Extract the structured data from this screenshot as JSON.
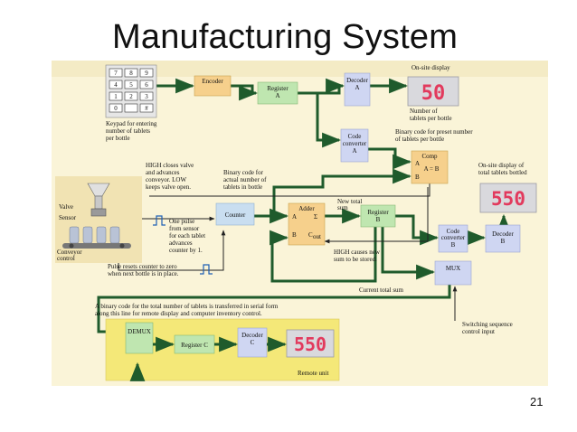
{
  "slide": {
    "title": "Manufacturing System",
    "page_number": "21"
  },
  "keypad": {
    "keys": [
      "7",
      "8",
      "9",
      "4",
      "5",
      "6",
      "1",
      "2",
      "3",
      "0",
      "",
      "#"
    ]
  },
  "blocks": {
    "encoder": "Encoder",
    "register_a_1": "Register",
    "register_a_2": "A",
    "decoder_a_1": "Decoder",
    "decoder_a_2": "A",
    "code_converter_a_1": "Code",
    "code_converter_a_2": "converter",
    "code_converter_a_3": "A",
    "comp": "Comp",
    "comp_a": "A",
    "comp_eq": "A = B",
    "comp_b": "B",
    "counter": "Counter",
    "adder": "Adder",
    "adder_a": "A",
    "adder_sigma": "Σ",
    "adder_b": "B",
    "adder_cout": "C",
    "adder_cout_sub": "out",
    "register_b_1": "Register",
    "register_b_2": "B",
    "code_converter_b_1": "Code",
    "code_converter_b_2": "converter",
    "code_converter_b_3": "B",
    "decoder_b_1": "Decoder",
    "decoder_b_2": "B",
    "mux": "MUX",
    "demux": "DEMUX",
    "register_c": "Register C",
    "decoder_c_1": "Decoder",
    "decoder_c_2": "C"
  },
  "displays": {
    "onsite_top": "50",
    "onsite_right": "550",
    "remote": "550"
  },
  "labels": {
    "onsite_display": "On-site display",
    "tablets_per_bottle_1": "Number of",
    "tablets_per_bottle_2": "tablets per bottle",
    "keypad_1": "Keypad for entering",
    "keypad_2": "number of tablets",
    "keypad_3": "per bottle",
    "binary_preset_1": "Binary code for preset number",
    "binary_preset_2": "of tablets per bottle",
    "high_closes_1": "HIGH closes valve",
    "high_closes_2": "and advances",
    "high_closes_3": "conveyor. LOW",
    "high_closes_4": "keeps valve open.",
    "binary_actual_1": "Binary code for",
    "binary_actual_2": "actual number of",
    "binary_actual_3": "tablets in bottle",
    "onsite_total_1": "On-site display of",
    "onsite_total_2": "total tablets bottled",
    "new_total_1": "New total",
    "new_total_2": "sum",
    "valve": "Valve",
    "sensor": "Sensor",
    "conveyor_1": "Conveyor",
    "conveyor_2": "control",
    "pulse_1": "One pulse",
    "pulse_2": "from sensor",
    "pulse_3": "for each tablet",
    "pulse_4": "advances",
    "pulse_5": "counter by 1.",
    "high_causes_1": "HIGH causes new",
    "high_causes_2": "sum to be stored.",
    "resets_1": "Pulse resets counter to zero",
    "resets_2": "when next bottle is in place.",
    "current_total": "Current total sum",
    "serial_1": "A binary code for the total number of tablets is transferred in serial form",
    "serial_2": "along this line for remote display and computer inventory control.",
    "switching_1": "Switching sequence",
    "switching_2": "control input",
    "remote_unit": "Remote unit"
  }
}
